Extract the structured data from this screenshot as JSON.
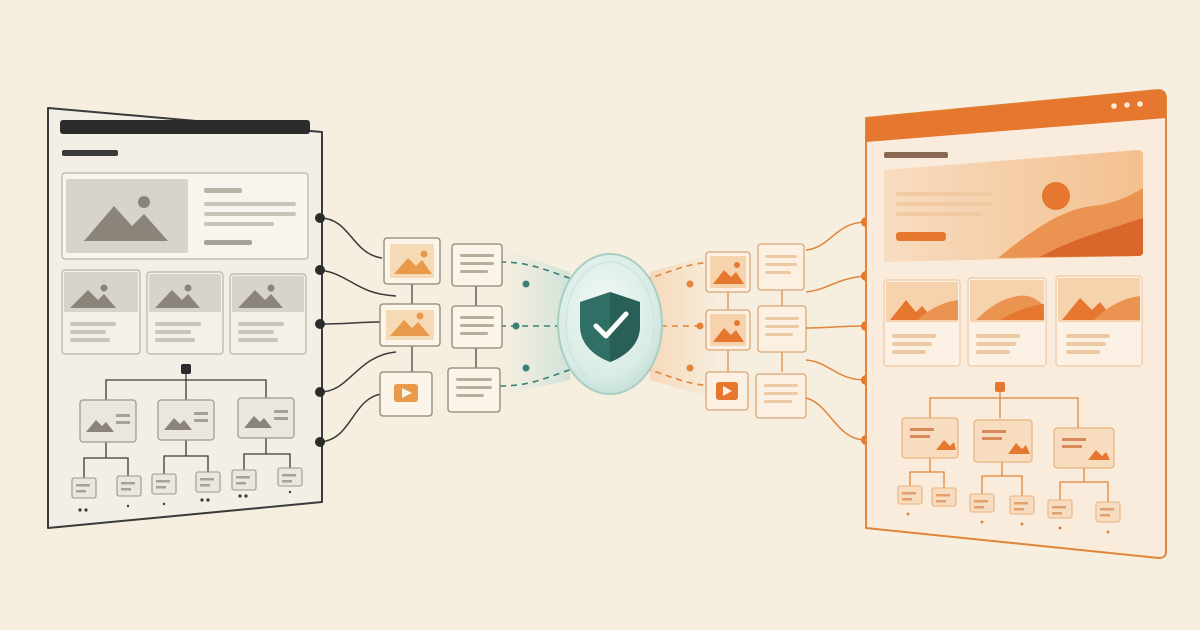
{
  "colors": {
    "background": "#f6eedf",
    "left_stroke": "#3a3a3a",
    "left_fill": "#f3efe7",
    "left_bar": "#2b2b2b",
    "left_placeholder": "#bdb7ad",
    "right_stroke": "#e0853a",
    "right_fill": "#faecdc",
    "right_bar": "#e5772f",
    "right_placeholder": "#eab27c",
    "teal": "#3b7f76",
    "shield": "#2f6f66",
    "card_fill": "#fbf4e8",
    "card_stroke": "#d9c7ad",
    "accent_orange": "#e89a4a"
  },
  "icons": {
    "left_window_dots": "window-dots-icon",
    "right_window_dots": "window-dots-icon",
    "center": "shield-check-icon",
    "image": "image-placeholder-icon",
    "video": "play-video-icon",
    "text": "text-lines-icon"
  },
  "left_window": {
    "label": "",
    "hero_has_image": true,
    "card_count": 3,
    "tree_node_count": 3,
    "tree_leaf_count": 6
  },
  "right_window": {
    "label": "",
    "hero_has_image": true,
    "card_count": 3,
    "tree_node_count": 3,
    "tree_leaf_count": 6
  },
  "center_blocks": {
    "left_rows": [
      "image-text",
      "image-text",
      "video-text"
    ],
    "right_rows": [
      "image-text",
      "image-text",
      "video-text"
    ]
  }
}
